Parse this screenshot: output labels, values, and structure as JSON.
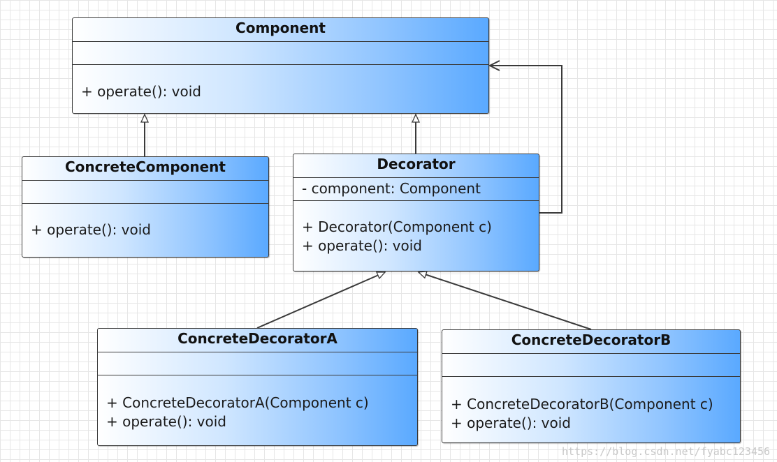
{
  "classes": {
    "component": {
      "name": "Component",
      "attributes": [],
      "operations": [
        "+ operate(): void"
      ]
    },
    "concrete_component": {
      "name": "ConcreteComponent",
      "attributes": [],
      "operations": [
        "+ operate(): void"
      ]
    },
    "decorator": {
      "name": "Decorator",
      "attributes": [
        "- component: Component"
      ],
      "operations": [
        "+ Decorator(Component c)",
        "+ operate(): void"
      ]
    },
    "concrete_decorator_a": {
      "name": "ConcreteDecoratorA",
      "attributes": [],
      "operations": [
        "+ ConcreteDecoratorA(Component c)",
        "+ operate(): void"
      ]
    },
    "concrete_decorator_b": {
      "name": "ConcreteDecoratorB",
      "attributes": [],
      "operations": [
        "+ ConcreteDecoratorB(Component c)",
        "+ operate(): void"
      ]
    }
  },
  "relationships": [
    {
      "type": "generalization",
      "from": "ConcreteComponent",
      "to": "Component"
    },
    {
      "type": "generalization",
      "from": "Decorator",
      "to": "Component"
    },
    {
      "type": "aggregation",
      "from": "Decorator",
      "to": "Component"
    },
    {
      "type": "generalization",
      "from": "ConcreteDecoratorA",
      "to": "Decorator"
    },
    {
      "type": "generalization",
      "from": "ConcreteDecoratorB",
      "to": "Decorator"
    }
  ],
  "colors": {
    "border": "#3a3a3a",
    "gradient_start": "#ffffff",
    "gradient_end": "#5aa9ff",
    "grid": "#e6e6e6"
  },
  "watermark": "https://blog.csdn.net/fyabc123456"
}
